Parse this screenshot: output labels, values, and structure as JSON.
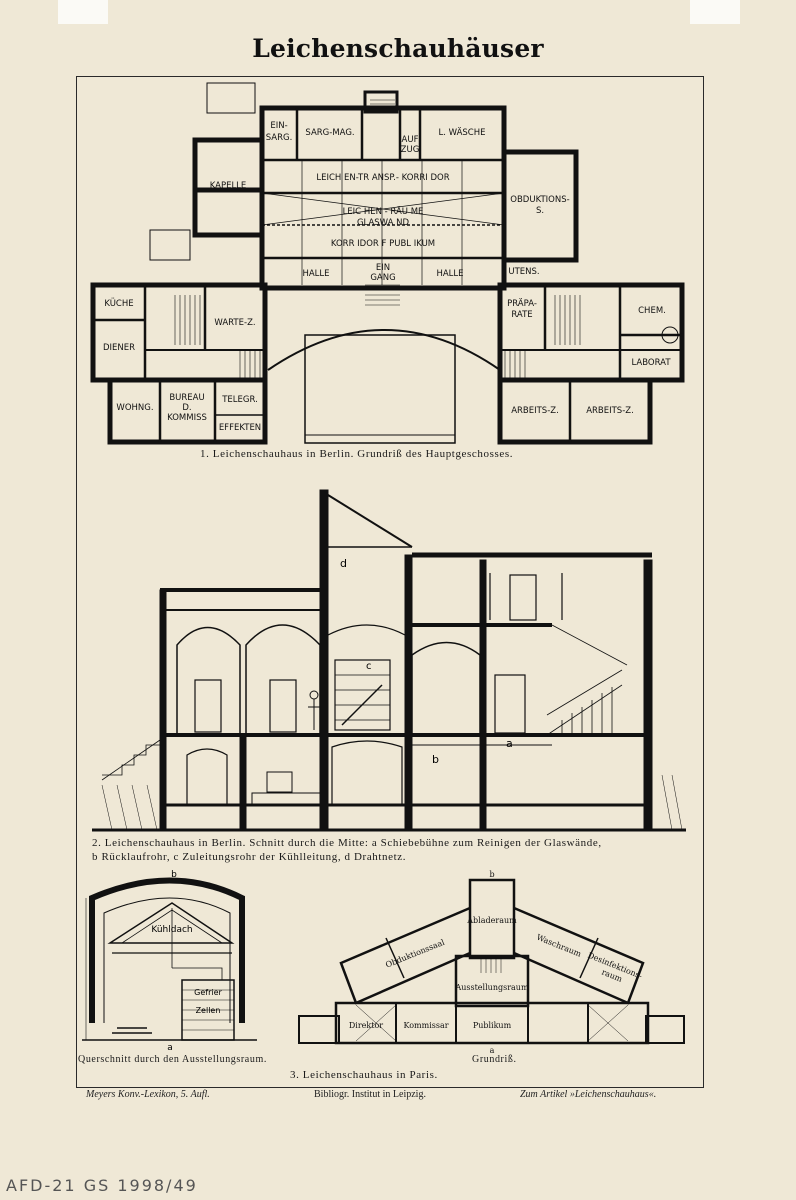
{
  "page": {
    "title": "Leichenschauhäuser"
  },
  "figure1": {
    "caption": "1. Leichenschauhaus in Berlin.  Grundriß des Hauptgeschosses.",
    "rooms": {
      "einsarg": [
        "EIN-",
        "SARG."
      ],
      "sargmag": "SARG-MAG.",
      "lwaesche": "L. WÄSCHE",
      "aufzug": [
        "AUF",
        "ZUG"
      ],
      "kapelle": "KAPELLE",
      "korridor1": "LEICH EN-TR ANSP.- KORRI DOR",
      "obduktion": [
        "OBDUKTIONS-",
        "S."
      ],
      "leichenraeume": "LEIC HEN  -  RÄU ME",
      "glaswand": "GLASWA ND",
      "korridor2": "KORR IDOR  F  PUBL IKUM",
      "halle1": "HALLE",
      "eingang": [
        "EIN",
        "GANG"
      ],
      "halle2": "HALLE",
      "utens": "UTENS.",
      "kueche": "KÜCHE",
      "wartez": "WARTE-Z.",
      "praeparate": [
        "PRÄPA-",
        "RATE"
      ],
      "chem": "CHEM.",
      "diener": "DIENER",
      "laborat": "LABORAT",
      "wohng": "WOHNG.",
      "bureau": [
        "BUREAU",
        "D.",
        "KOMMISS"
      ],
      "telegr": "TELEGR.",
      "effekten": "EFFEKTEN",
      "arbeitsz1": "ARBEITS-Z.",
      "arbeitsz2": "ARBEITS-Z."
    }
  },
  "figure2": {
    "caption_line1": "2. Leichenschauhaus in Berlin.  Schnitt durch die Mitte: a Schiebebühne zum Reinigen der Glaswände,",
    "caption_line2": "b Rücklaufrohr, c Zuleitungsrohr der Kühlleitung, d Drahtnetz.",
    "labels": {
      "a": "a",
      "b": "b",
      "c": "c",
      "d": "d"
    }
  },
  "figure3": {
    "section_caption": "Querschnitt durch den Ausstellungsraum.",
    "plan_caption": "Grundriß.",
    "caption": "3. Leichenschauhaus in Paris.",
    "section_labels": {
      "kuehldach": "Kühldach",
      "gefrier": "Gefrier",
      "zellen": "Zellen",
      "b": "b",
      "a": "a"
    },
    "plan_labels": {
      "abladeraum": "Abladeraum",
      "obduktionssaal": "Obduktionssaal",
      "waschraum": "Waschraum",
      "desinfektion": [
        "Desinfektions-",
        "raum"
      ],
      "ausstellungsraum": "Ausstellungsraum",
      "direktor": "Direktor",
      "kommissar": "Kommissar",
      "publikum": "Publikum",
      "b": "b",
      "a": "a"
    }
  },
  "footer": {
    "left": "Meyers Konv.-Lexikon, 5. Aufl.",
    "center": "Bibliogr. Institut in Leipzig.",
    "right": "Zum Artikel »Leichenschauhaus«."
  },
  "archive_mark": "AFD-21 GS 1998/49"
}
